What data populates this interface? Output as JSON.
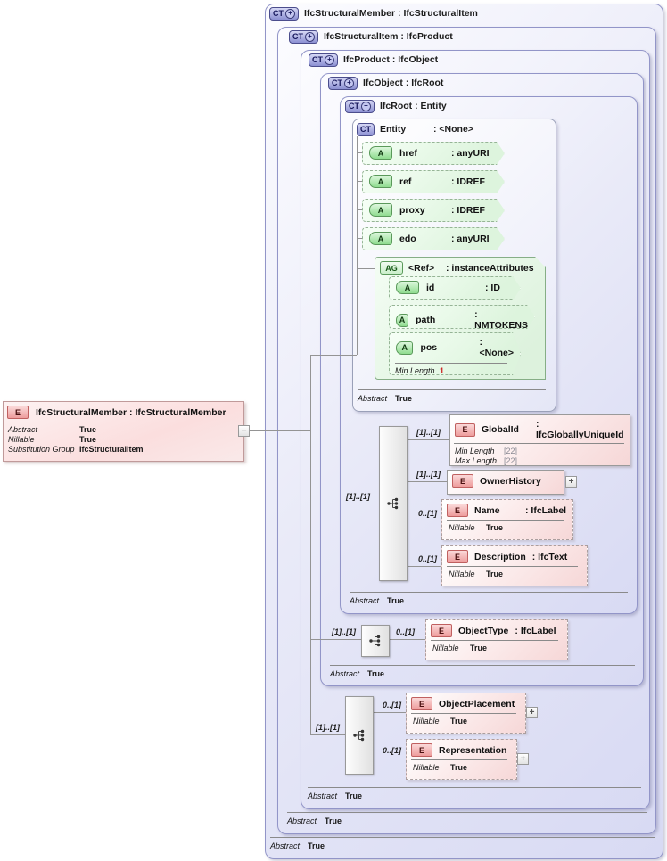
{
  "root_box": {
    "badge": "E",
    "title": "IfcStructuralMember : IfcStructuralMember",
    "facets": [
      {
        "label": "Abstract",
        "value": "True"
      },
      {
        "label": "Nillable",
        "value": "True"
      },
      {
        "label": "Substitution Group",
        "value": "IfcStructuralItem"
      }
    ],
    "collapse": "−"
  },
  "containers": {
    "c1": {
      "badge": "CT",
      "plus": "+",
      "title": "IfcStructuralMember : IfcStructuralItem",
      "abstract_label": "Abstract",
      "abstract_value": "True"
    },
    "c2": {
      "badge": "CT",
      "plus": "+",
      "title": "IfcStructuralItem : IfcProduct",
      "abstract_label": "Abstract",
      "abstract_value": "True"
    },
    "c3": {
      "badge": "CT",
      "plus": "+",
      "title": "IfcProduct : IfcObject",
      "abstract_label": "Abstract",
      "abstract_value": "True"
    },
    "c4": {
      "badge": "CT",
      "plus": "+",
      "title": "IfcObject : IfcRoot",
      "abstract_label": "Abstract",
      "abstract_value": "True"
    },
    "c5": {
      "badge": "CT",
      "plus": "+",
      "title": "IfcRoot : Entity",
      "abstract_label": "Abstract",
      "abstract_value": "True"
    },
    "entity": {
      "badge": "CT",
      "name": "Entity",
      "type": ": <None>",
      "abstract_label": "Abstract",
      "abstract_value": "True"
    }
  },
  "attributes": {
    "href": {
      "badge": "A",
      "name": "href",
      "type": ": anyURI"
    },
    "ref": {
      "badge": "A",
      "name": "ref",
      "type": ": IDREF"
    },
    "proxy": {
      "badge": "A",
      "name": "proxy",
      "type": ": IDREF"
    },
    "edo": {
      "badge": "A",
      "name": "edo",
      "type": ": anyURI"
    },
    "group": {
      "badge": "AG",
      "name": "<Ref>",
      "type": ": instanceAttributes"
    },
    "id": {
      "badge": "A",
      "name": "id",
      "type": ": ID"
    },
    "path": {
      "badge": "A",
      "name": "path",
      "type": ": NMTOKENS"
    },
    "pos": {
      "badge": "A",
      "name": "pos",
      "type": ": <None>",
      "facet_label": "Min Length",
      "facet_value": "1"
    }
  },
  "elements": {
    "global_id": {
      "badge": "E",
      "name": "GlobalId",
      "type": ": IfcGloballyUniqueId",
      "cardinality": "[1]..[1]",
      "facets": [
        {
          "label": "Min Length",
          "value": "[22]"
        },
        {
          "label": "Max Length",
          "value": "[22]"
        }
      ]
    },
    "owner_history": {
      "badge": "E",
      "name": "OwnerHistory",
      "cardinality": "[1]..[1]",
      "expander": "+"
    },
    "name": {
      "badge": "E",
      "name": "Name",
      "type": ": IfcLabel",
      "cardinality": "0..[1]",
      "facet_label": "Nillable",
      "facet_value": "True"
    },
    "description": {
      "badge": "E",
      "name": "Description",
      "type": ": IfcText",
      "cardinality": "0..[1]",
      "facet_label": "Nillable",
      "facet_value": "True"
    },
    "object_type": {
      "badge": "E",
      "name": "ObjectType",
      "type": ": IfcLabel",
      "cardinality": "0..[1]",
      "facet_label": "Nillable",
      "facet_value": "True"
    },
    "object_placement": {
      "badge": "E",
      "name": "ObjectPlacement",
      "cardinality": "0..[1]",
      "facet_label": "Nillable",
      "facet_value": "True",
      "expander": "+"
    },
    "representation": {
      "badge": "E",
      "name": "Representation",
      "cardinality": "0..[1]",
      "facet_label": "Nillable",
      "facet_value": "True",
      "expander": "+"
    }
  },
  "sequences": {
    "root_seq": {
      "cardinality": "[1]..[1]"
    },
    "object_seq": {
      "cardinality": "[1]..[1]"
    },
    "product_seq": {
      "cardinality": "[1]..[1]"
    }
  }
}
